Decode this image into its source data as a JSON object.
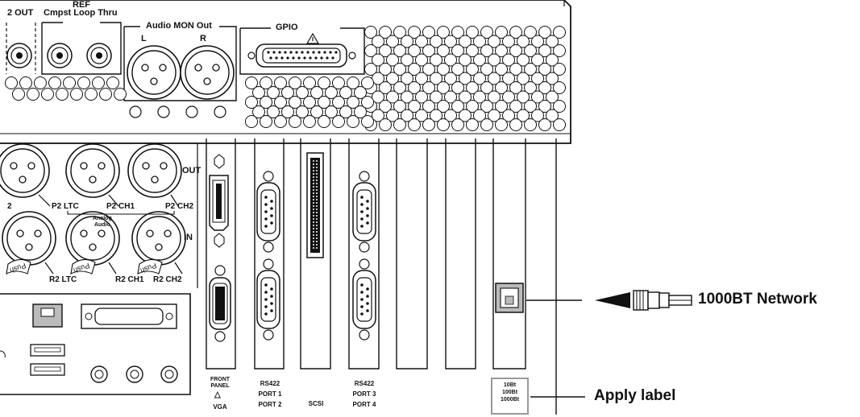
{
  "panel_labels": {
    "ref_out_partial": "2 OUT",
    "ref": "REF",
    "ref_sub": "Cmpst Loop Thru",
    "audio_mon_out": "Audio MON Out",
    "audio_l": "L",
    "audio_r": "R",
    "gpio": "GPIO",
    "out": "OUT",
    "in": "IN",
    "analog_audio": "Analog\nAudio",
    "p2_partial": "2",
    "p2_ltc": "P2 LTC",
    "p2_ch1": "P2 CH1",
    "p2_ch2": "P2 CH2",
    "r2_ltc": "R2 LTC",
    "r2_ch1": "R2 CH1",
    "r2_ch2": "R2 CH2",
    "push": "Push"
  },
  "slot_labels": {
    "front_panel": "FRONT\nPANEL",
    "vga": "VGA",
    "rs422_a": "RS422\nPORT 1\nPORT 2",
    "scsi": "SCSI",
    "rs422_b": "RS422\nPORT 3\nPORT 4",
    "speed_label": "10Bt\n100Bt\n1000Bt"
  },
  "callouts": {
    "network": "1000BT Network",
    "apply_label": "Apply label"
  },
  "icons": [
    "warning-triangle-icon",
    "rj45-cable-plug-icon",
    "arrow-left-icon"
  ]
}
